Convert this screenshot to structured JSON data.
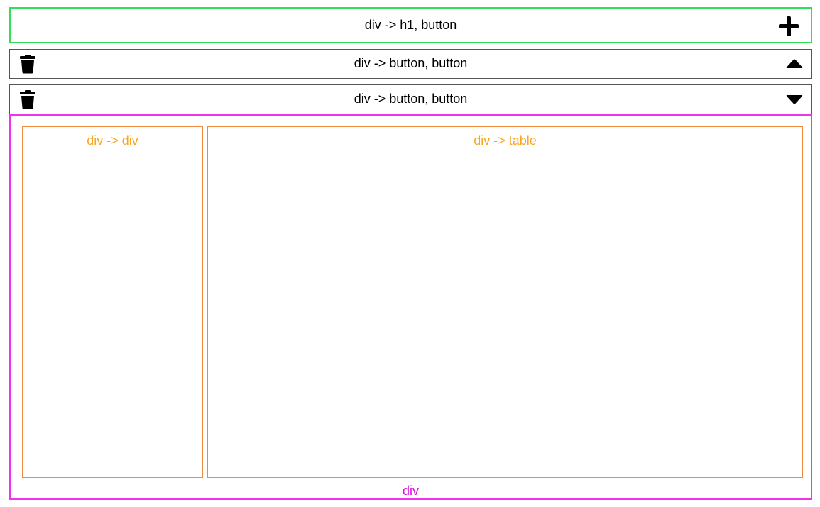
{
  "colors": {
    "header_border": "#33dd55",
    "row_border": "#555555",
    "outer_border": "#ee33ee",
    "outer_label": "#dd11dd",
    "inner_border": "#f08a3c",
    "inner_label": "#f5a623"
  },
  "header": {
    "label": "div -> h1, button",
    "action_icon": "plus-icon"
  },
  "rows": [
    {
      "label": "div -> button, button",
      "left_icon": "trash-icon",
      "right_icon": "caret-up-icon"
    },
    {
      "label": "div -> button, button",
      "left_icon": "trash-icon",
      "right_icon": "caret-down-icon"
    }
  ],
  "content": {
    "outer_label": "div",
    "left_panel_label": "div -> div",
    "right_panel_label": "div -> table"
  }
}
